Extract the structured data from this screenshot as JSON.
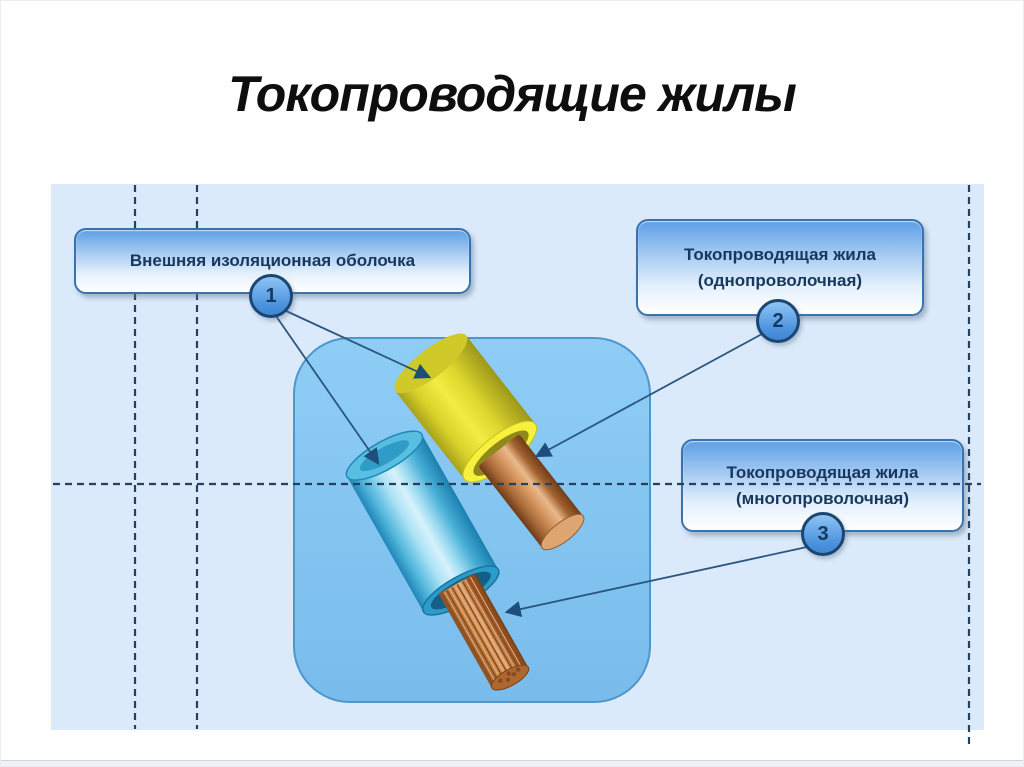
{
  "slide": {
    "title": "Токопроводящие жилы",
    "callouts": [
      {
        "number": "1",
        "label": "Внешняя изоляционная оболочка",
        "sublabel": ""
      },
      {
        "number": "2",
        "label": "Токопроводящая жила",
        "sublabel": "(однопроволочная)"
      },
      {
        "number": "3",
        "label": "Токопроводящая жила",
        "sublabel": "(многопроволочная)"
      }
    ],
    "figures": [
      {
        "name": "single-wire-core",
        "parts": [
          "yellow-insulation",
          "solid-copper-core"
        ]
      },
      {
        "name": "multi-wire-core",
        "parts": [
          "blue-insulation",
          "stranded-copper-core"
        ]
      }
    ],
    "colors": {
      "panel_background": "#dbeafa",
      "inner_square": "#7fc0ef",
      "inner_square_border": "#4f97cb",
      "callout_border": "#3a72ad",
      "callout_text": "#17375e",
      "guide_dash": "#24415f",
      "arrow": "#2a567f",
      "insulation_yellow": "#eae432",
      "insulation_blue": "#49b4dd",
      "copper": "#b5713f"
    }
  }
}
